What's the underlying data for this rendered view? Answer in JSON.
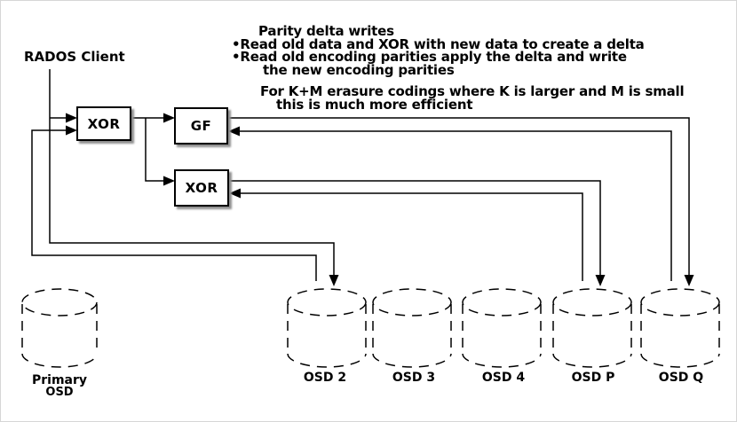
{
  "annotations": {
    "title": "Parity delta writes",
    "bullet1": "•Read old data and XOR with new data to create a delta",
    "bullet2": "•Read old encoding parities apply the delta and write",
    "bullet2_cont": "the new encoding parities",
    "note1": "For K+M erasure codings where K is larger and M is small",
    "note2": "this is much more efficient"
  },
  "labels": {
    "client": "RADOS Client"
  },
  "nodes": {
    "xor1": "XOR",
    "gf": "GF",
    "xor2": "XOR"
  },
  "osds": [
    {
      "label": "Primary",
      "sublabel": "OSD"
    },
    {
      "label": "OSD 2"
    },
    {
      "label": "OSD 3"
    },
    {
      "label": "OSD 4"
    },
    {
      "label": "OSD P"
    },
    {
      "label": "OSD Q"
    }
  ],
  "colors": {
    "line": "#000000",
    "background": "#ffffff",
    "box_shadow": "#8f8f8f"
  }
}
